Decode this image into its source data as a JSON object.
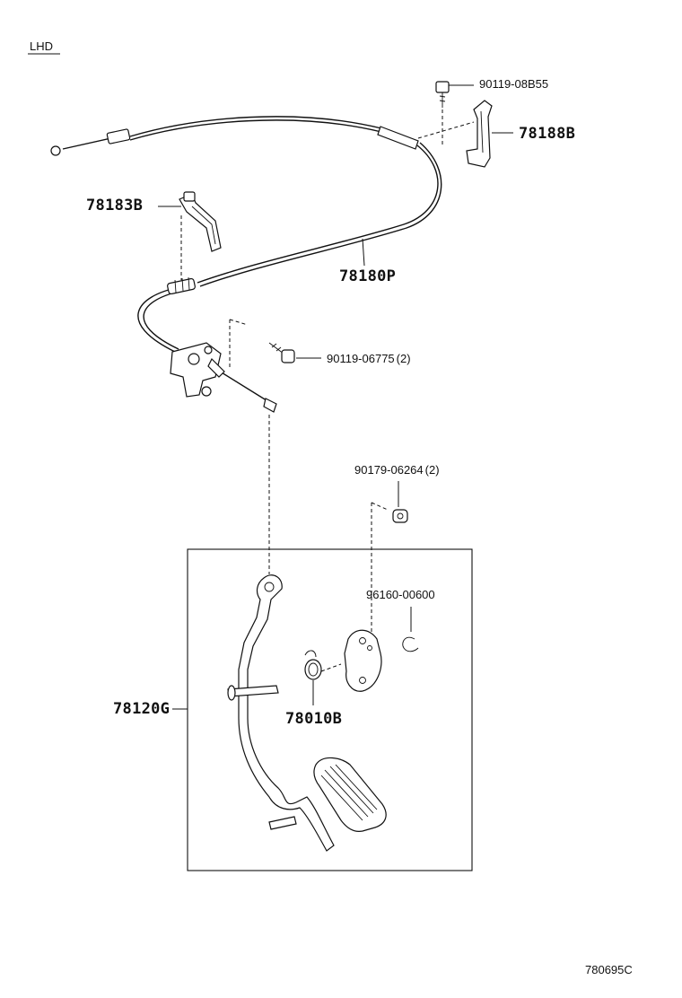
{
  "corner_label": "LHD",
  "diagram_code": "780695C",
  "parts": {
    "bolt_top": {
      "number": "90119-08B55",
      "qty": ""
    },
    "bracket_right": {
      "number": "78188B",
      "qty": ""
    },
    "bracket_left": {
      "number": "78183B",
      "qty": ""
    },
    "cable": {
      "number": "78180P",
      "qty": ""
    },
    "bolt_mid": {
      "number": "90119-06775",
      "qty": "(2)"
    },
    "nut": {
      "number": "90179-06264",
      "qty": "(2)"
    },
    "clip": {
      "number": "96160-00600",
      "qty": ""
    },
    "pedal_assy": {
      "number": "78120G",
      "qty": ""
    },
    "spring": {
      "number": "78010B",
      "qty": ""
    }
  }
}
